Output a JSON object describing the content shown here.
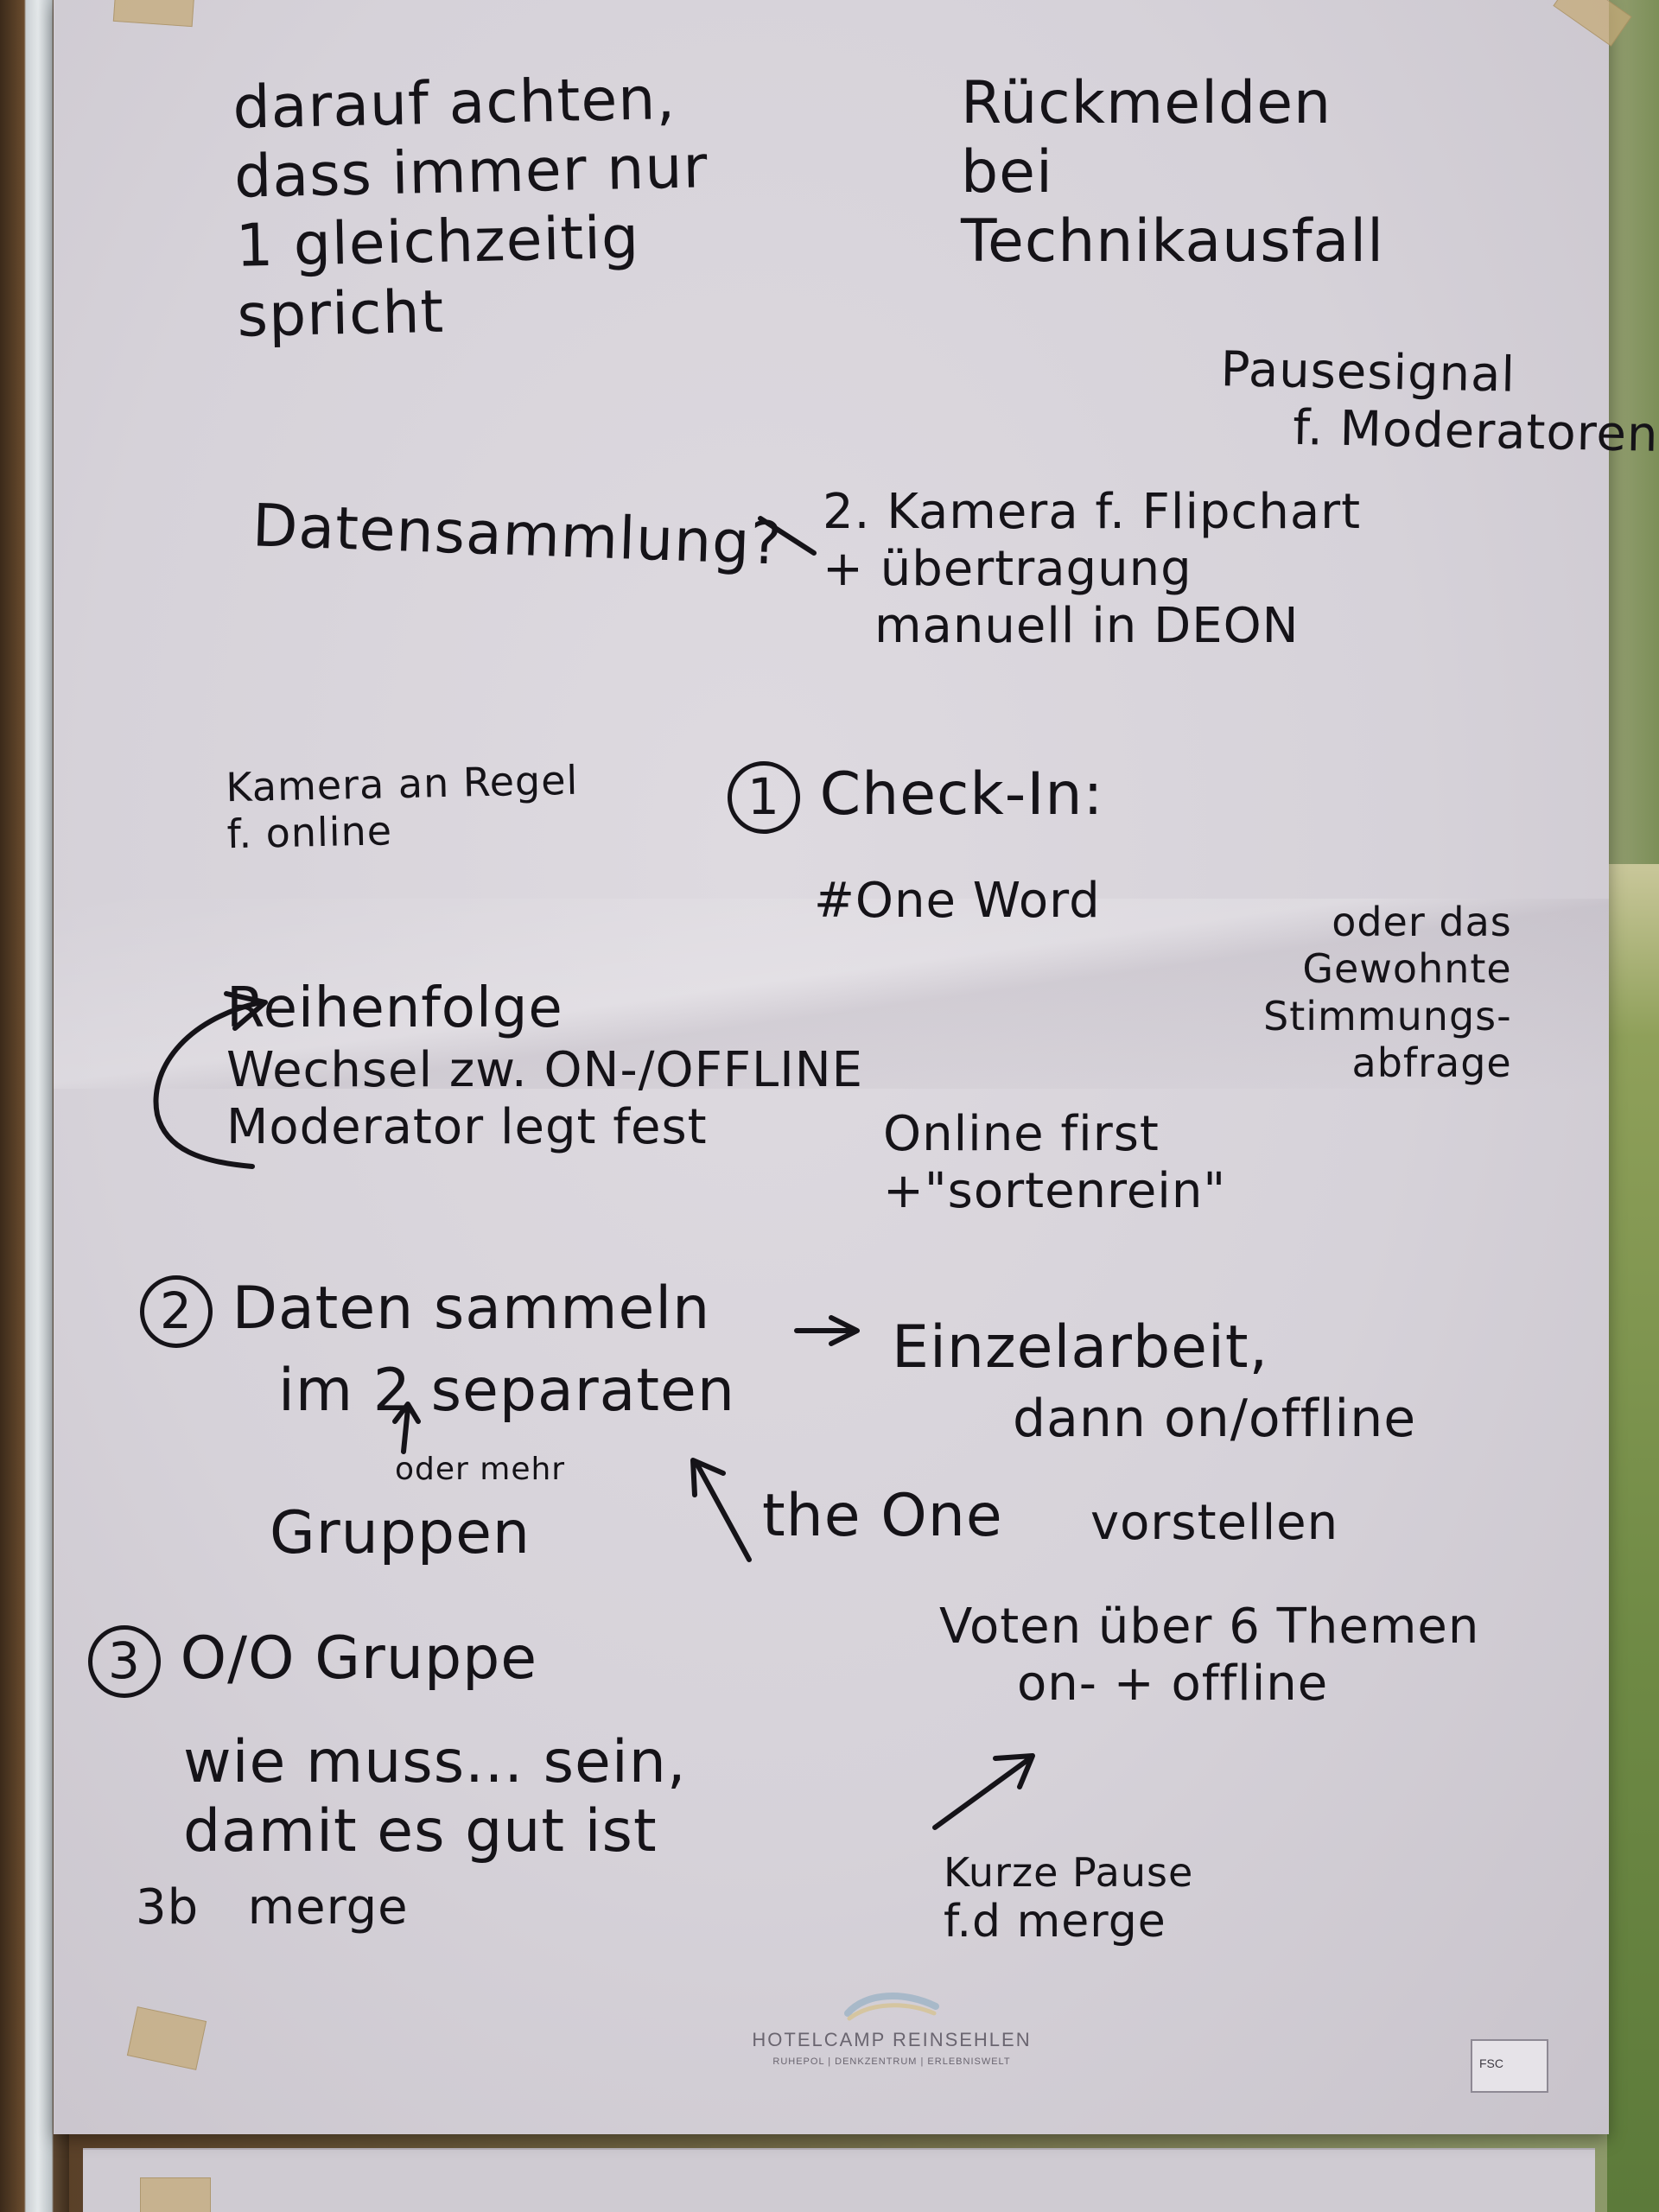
{
  "notes": {
    "top_left": [
      "darauf achten,",
      "dass immer nur",
      "1 gleichzeitig",
      "spricht"
    ],
    "top_right": [
      "Rückmelden",
      "bei",
      "Technikausfall"
    ],
    "pause_signal": [
      "Pausesignal",
      "f. Moderatoren"
    ],
    "datensammlung": "Datensammlung?",
    "kamera_flipchart": [
      "2. Kamera f. Flipchart",
      "+ übertragung",
      "manuell in DEON"
    ],
    "kamera_regel": [
      "Kamera an Regel",
      "f. online"
    ],
    "check_in": {
      "number": "1",
      "title": "Check-In:",
      "line": "#One Word",
      "alt": [
        "oder das",
        "Gewohnte",
        "Stimmungs-",
        "abfrage"
      ]
    },
    "reihenfolge": [
      "Reihenfolge",
      "Wechsel zw. ON-/OFFLINE",
      "Moderator legt fest"
    ],
    "online_first": [
      "Online first",
      "+\"sortenrein\""
    ],
    "daten_sammeln": {
      "number": "2",
      "line1": "Daten sammeln",
      "line2": "im 2 separaten",
      "oder_mehr": "oder mehr",
      "gruppen": "Gruppen"
    },
    "einzelarbeit": [
      "Einzelarbeit,",
      "dann on/offline"
    ],
    "the_one": "the One",
    "vorstellen": "vorstellen",
    "gruppe": {
      "number": "3",
      "title": "O/O Gruppe",
      "lines": [
        "wie muss... sein,",
        "damit es gut ist"
      ],
      "merge": "3b   merge"
    },
    "voten": [
      "Voten über 6 Themen",
      "on- + offline"
    ],
    "pause": [
      "Kurze Pause",
      "f.d merge"
    ]
  },
  "logo": {
    "name": "HOTELCAMP REINSEHLEN",
    "tagline": "RUHEPOL | DENKZENTRUM | ERLEBNISWELT"
  },
  "fsc": {
    "label": "FSC"
  },
  "icons": [
    "arrow-right-icon",
    "arrow-up-icon",
    "curved-arrow-icon",
    "slash-mark"
  ],
  "colors": {
    "ink": "#151318",
    "paper": "#d6d2d9",
    "tape": "#c4aa78"
  }
}
